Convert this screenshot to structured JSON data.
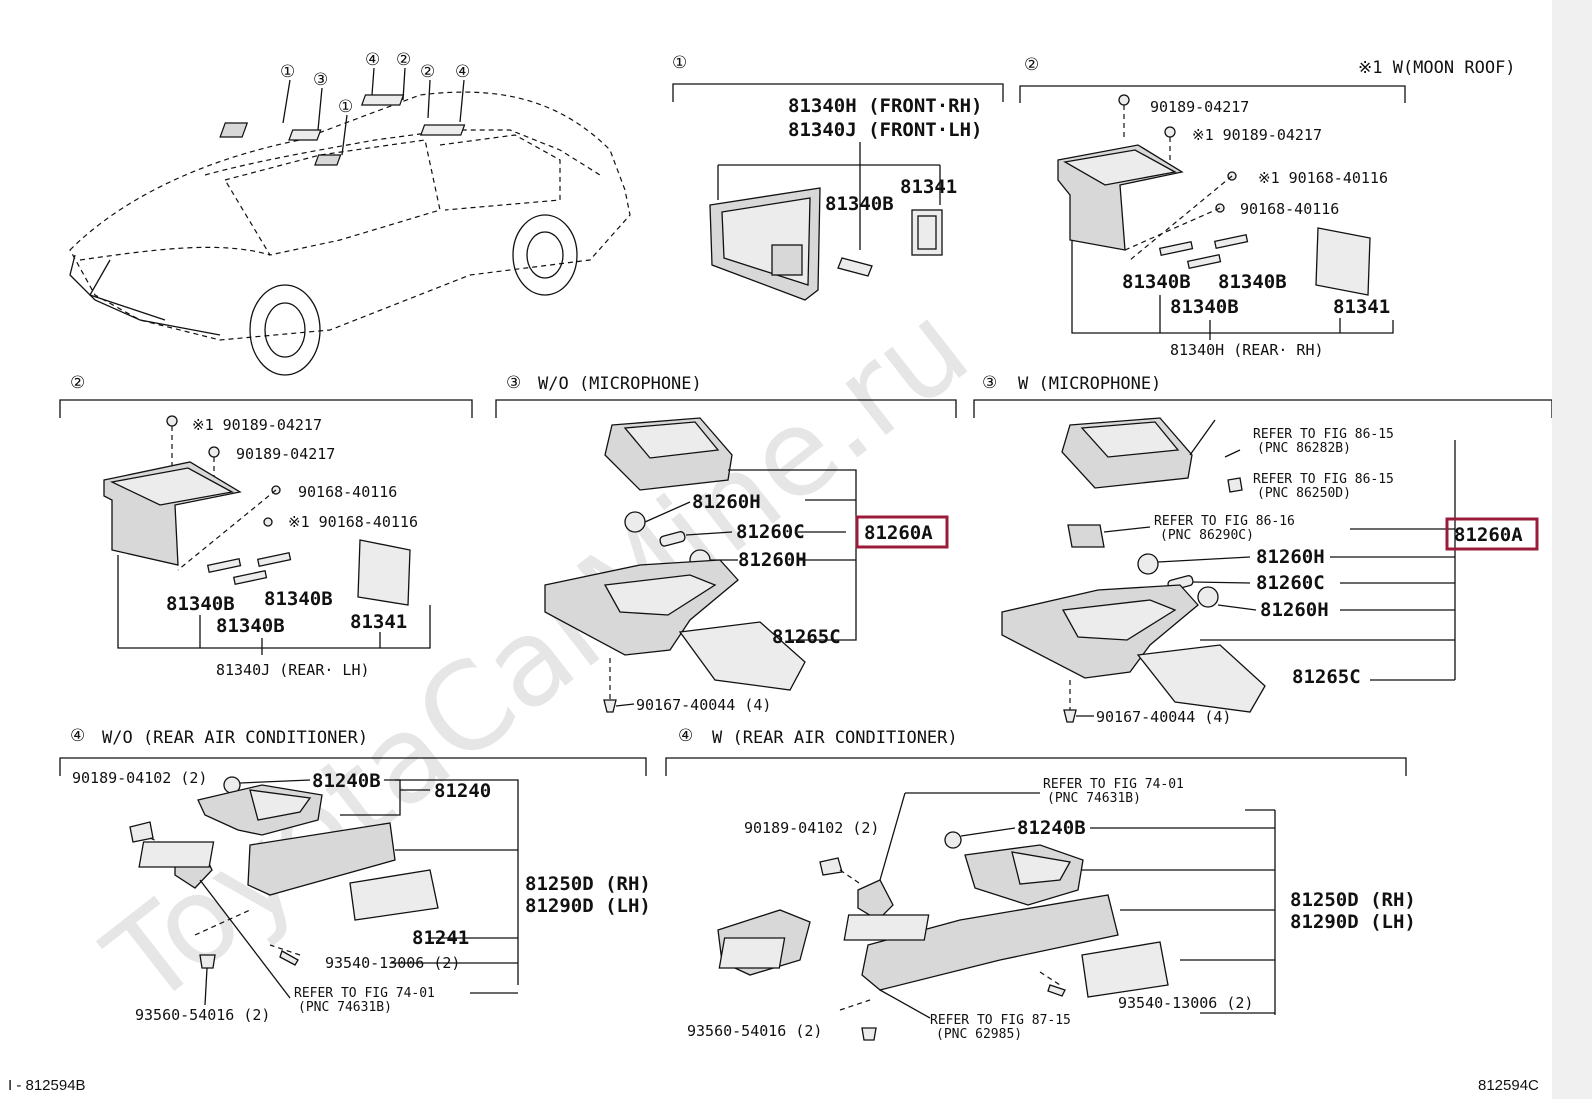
{
  "watermark": "ToyotaCarMine.ru",
  "footer": {
    "left_code": "I - 812594B",
    "right_code": "812594C"
  },
  "car": {
    "callouts": [
      "①",
      "③",
      "①",
      "④",
      "②",
      "②",
      "④"
    ]
  },
  "sec1": {
    "num": "①",
    "p1": "81340H (FRONT·RH)",
    "p2": "81340J (FRONT·LH)",
    "p3": "81340B",
    "p4": "81341"
  },
  "sec2a": {
    "num": "②",
    "note": "※1 W(MOON ROOF)",
    "s1": "90189-04217",
    "s2": "※1 90189-04217",
    "s3": "※1 90168-40116",
    "s4": "90168-40116",
    "b1": "81340B",
    "b2": "81340B",
    "b3": "81340B",
    "p81341": "81341",
    "rear": "81340H (REAR· RH)"
  },
  "sec2b": {
    "num": "②",
    "s1": "※1 90189-04217",
    "s2": "90189-04217",
    "s3": "90168-40116",
    "s4": "※1 90168-40116",
    "b1": "81340B",
    "b2": "81340B",
    "b3": "81340B",
    "p81341": "81341",
    "rear": "81340J (REAR· LH)"
  },
  "sec3a": {
    "num": "③",
    "title": "W/O (MICROPHONE)",
    "h1": "81260H",
    "c": "81260C",
    "h2": "81260H",
    "main": "81260A",
    "cover": "81265C",
    "screw": "90167-40044 (4)"
  },
  "sec3b": {
    "num": "③",
    "title": "W (MICROPHONE)",
    "r1": "REFER TO FIG 86-15",
    "r1p": "(PNC 86282B)",
    "r2": "REFER TO FIG 86-15",
    "r2p": "(PNC 86250D)",
    "r3": "REFER TO FIG 86-16",
    "r3p": "(PNC 86290C)",
    "h1": "81260H",
    "c": "81260C",
    "h2": "81260H",
    "main": "81260A",
    "cover": "81265C",
    "screw": "90167-40044 (4)"
  },
  "sec4a": {
    "num": "④",
    "title": "W/O (REAR AIR CONDITIONER)",
    "clip": "90189-04102 (2)",
    "b": "81240B",
    "main": "81240",
    "rh": "81250D (RH)",
    "lh": "81290D (LH)",
    "lens": "81241",
    "screw": "93540-13006 (2)",
    "ref": "REFER TO FIG 74-01",
    "refp": "(PNC 74631B)",
    "screw2": "93560-54016 (2)"
  },
  "sec4b": {
    "num": "④",
    "title": "W (REAR AIR CONDITIONER)",
    "ref1": "REFER TO FIG 74-01",
    "ref1p": "(PNC 74631B)",
    "clip": "90189-04102 (2)",
    "b": "81240B",
    "rh": "81250D (RH)",
    "lh": "81290D (LH)",
    "screw": "93540-13006 (2)",
    "ref2": "REFER TO FIG 87-15",
    "ref2p": "(PNC 62985)",
    "screw2": "93560-54016 (2)"
  }
}
